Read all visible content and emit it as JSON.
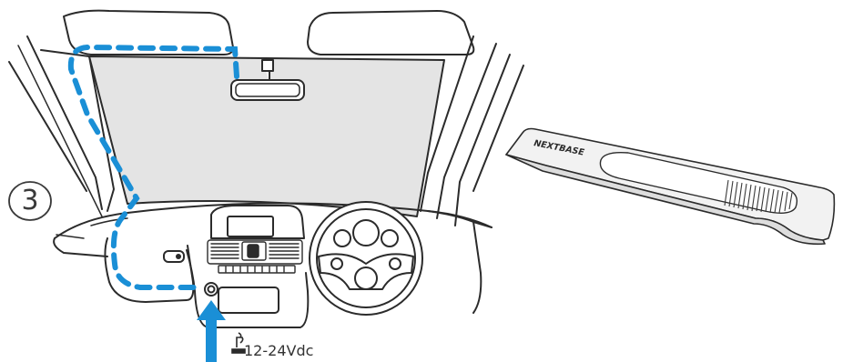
{
  "step": {
    "number": "3"
  },
  "power": {
    "voltage_label": "12-24Vdc",
    "icon": "cigarette-lighter-socket-icon"
  },
  "tool": {
    "brand_text": "NEXTBASE",
    "icon": "trim-tool-icon"
  },
  "colors": {
    "cable": "#1a8fd6",
    "arrow": "#1a8fd6",
    "outline": "#2b2b2b",
    "windscreen": "#e4e4e4",
    "tool_body": "#f2f2f2"
  }
}
